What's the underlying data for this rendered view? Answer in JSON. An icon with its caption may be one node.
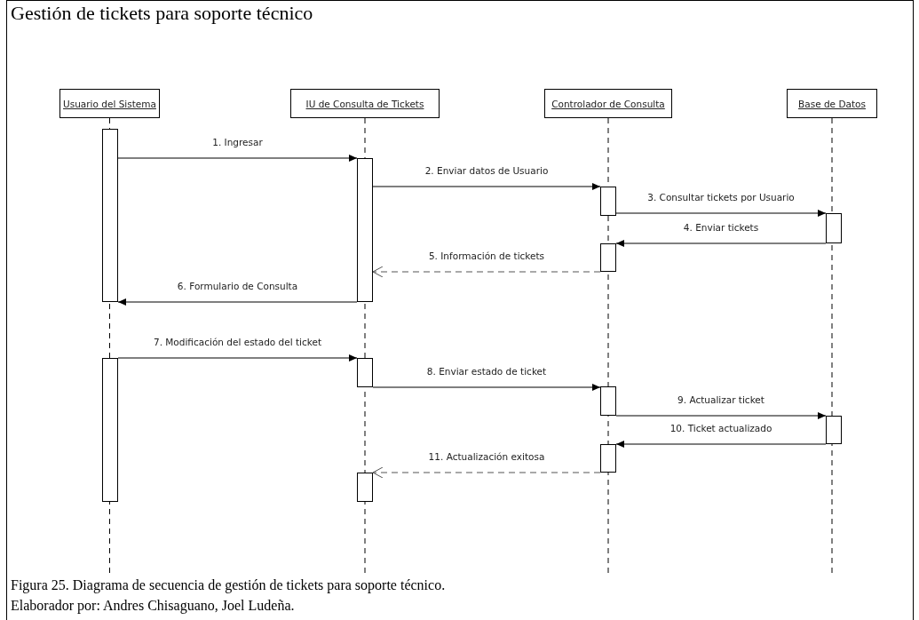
{
  "diagram": {
    "title": "Gestión de tickets para soporte técnico",
    "caption": "Figura 25. Diagrama de secuencia de gestión de tickets para soporte técnico.",
    "nodes": [
      {
        "text": [
          "Usuario del Sistema"
        ]
      },
      {
        "text": [
          "IU de Consulta de Tickets"
        ]
      },
      {
        "text": [
          "Controlador de Consulta"
        ]
      },
      {
        "text": [
          "Base de Datos"
        ]
      },
      {
        "text": [],
        "shape": "bar"
      },
      {
        "text": [],
        "shape": "bar"
      },
      {
        "text": [],
        "shape": "bar"
      },
      {
        "text": [],
        "shape": "bar"
      },
      {
        "text": [],
        "shape": "bar"
      },
      {
        "text": [],
        "shape": "bar"
      },
      {
        "text": [],
        "shape": "bar"
      },
      {
        "text": [],
        "shape": "bar"
      },
      {
        "text": [],
        "shape": "bar"
      },
      {
        "text": [],
        "shape": "bar"
      },
      {
        "text": [],
        "shape": "bar"
      }
    ],
    "edges": [
      {
        "from": 4,
        "to": 5,
        "arrow": "to",
        "label": "1. Ingresar"
      },
      {
        "from": 5,
        "to": 6,
        "arrow": "to",
        "label": "2. Enviar datos de Usuario"
      },
      {
        "from": 6,
        "to": 7,
        "arrow": "to",
        "label": "3. Consultar tickets por Usuario"
      },
      {
        "from": 7,
        "to": 8,
        "arrow": "to",
        "label": "4. Enviar tickets"
      },
      {
        "from": 8,
        "to": 5,
        "arrow": "to",
        "label": "5. Información de tickets",
        "style": "dashed"
      },
      {
        "from": 5,
        "to": 4,
        "arrow": "to",
        "label": "6. Formulario de Consulta"
      },
      {
        "from": 9,
        "to": 10,
        "arrow": "to",
        "label": "7. Modificación del estado del ticket"
      },
      {
        "from": 10,
        "to": 11,
        "arrow": "to",
        "label": "8. Enviar estado de ticket"
      },
      {
        "from": 11,
        "to": 12,
        "arrow": "to",
        "label": "9. Actualizar ticket"
      },
      {
        "from": 12,
        "to": 13,
        "arrow": "to",
        "label": "10. Ticket actualizado"
      },
      {
        "from": 13,
        "to": 14,
        "arrow": "to",
        "label": "11. Actualización exitosa",
        "style": "dashed"
      }
    ],
    "labels": [
      "Elaborador por: Andres Chisaguano, Joel Ludeña."
    ]
  }
}
